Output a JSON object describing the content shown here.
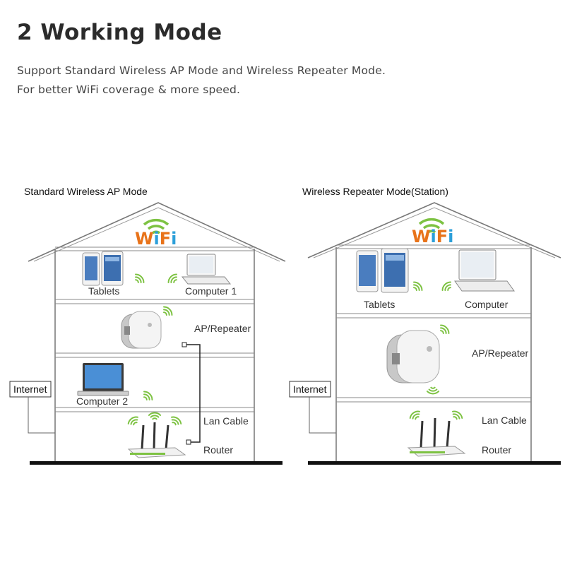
{
  "header": {
    "title": "2 Working Mode",
    "line1": "Support Standard Wireless AP Mode and Wireless Repeater Mode.",
    "line2": "For better WiFi coverage & more speed."
  },
  "logo": {
    "text": "WiFi"
  },
  "ap_mode": {
    "title": "Standard Wireless AP Mode",
    "tablets": "Tablets",
    "computer1": "Computer 1",
    "repeater": "AP/Repeater",
    "computer2": "Computer 2",
    "lan": "Lan Cable",
    "router": "Router",
    "internet": "Internet"
  },
  "repeater_mode": {
    "title": "Wireless Repeater Mode(Station)",
    "tablets": "Tablets",
    "computer": "Computer",
    "repeater": "AP/Repeater",
    "lan": "Lan Cable",
    "router": "Router",
    "internet": "Internet"
  },
  "colors": {
    "signal": "#7dc242",
    "logo_w": "#e8731a",
    "logo_i": "#2c9fd9"
  }
}
